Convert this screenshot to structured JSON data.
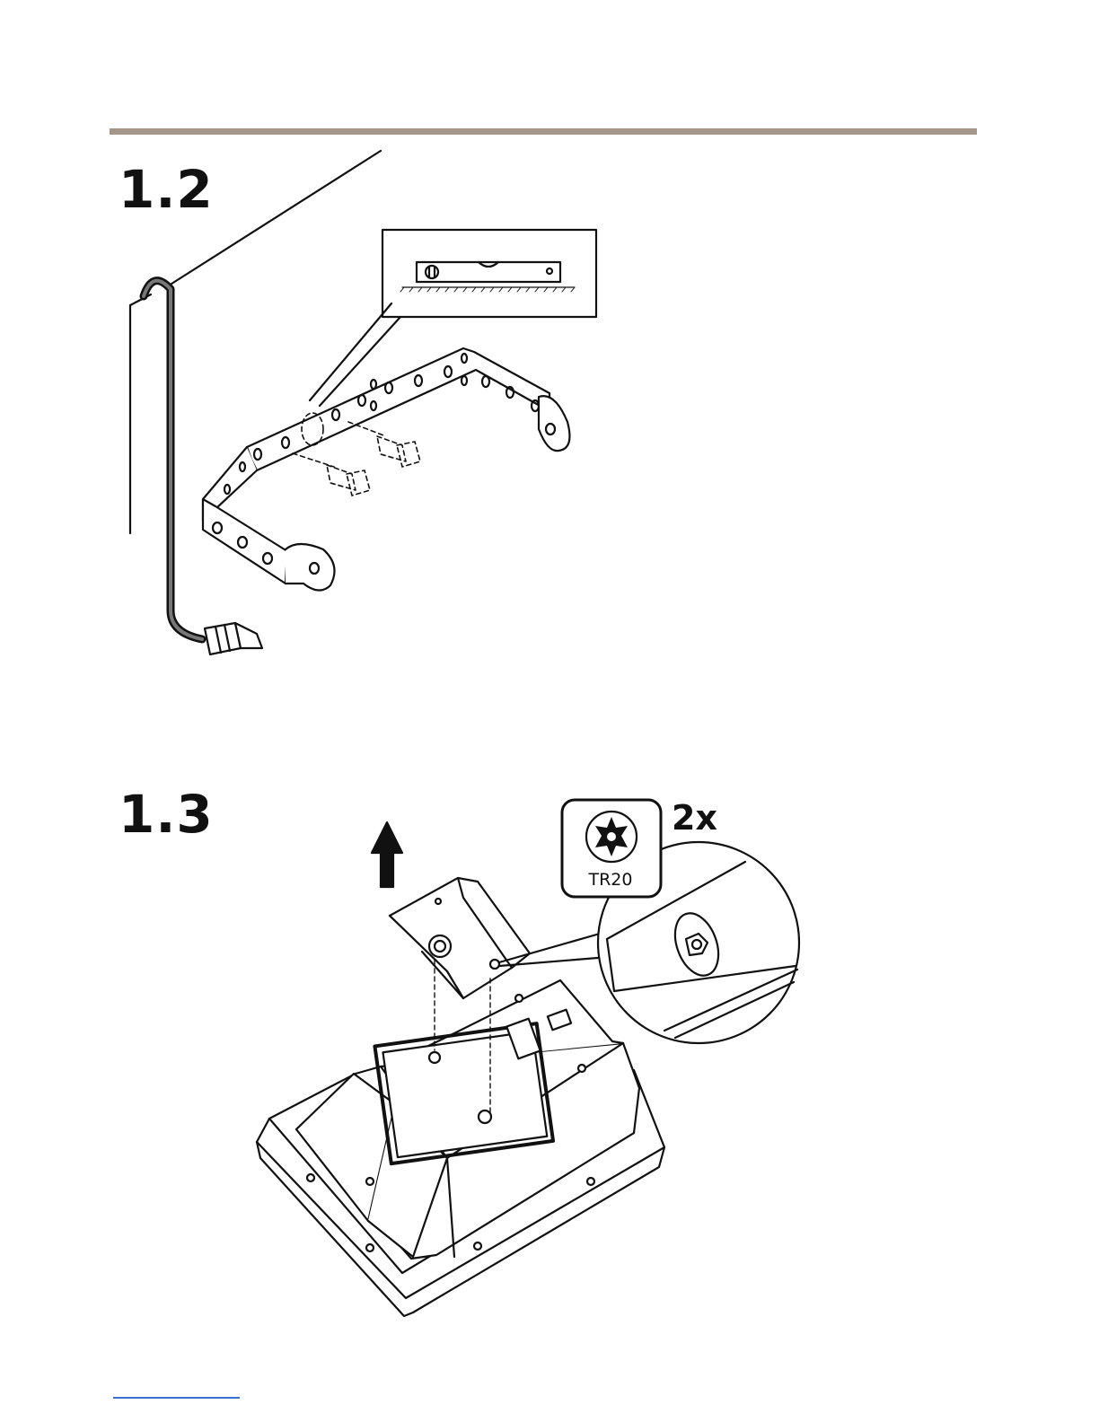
{
  "steps": [
    {
      "id": "step-12",
      "label": "1.2"
    },
    {
      "id": "step-13",
      "label": "1.3"
    }
  ],
  "tool": {
    "count": "2x",
    "bit": "TR20",
    "icon": "torx-bit-icon"
  },
  "colors": {
    "rule": "#a39688",
    "line": "#111111",
    "link": "#3b6fd1"
  }
}
